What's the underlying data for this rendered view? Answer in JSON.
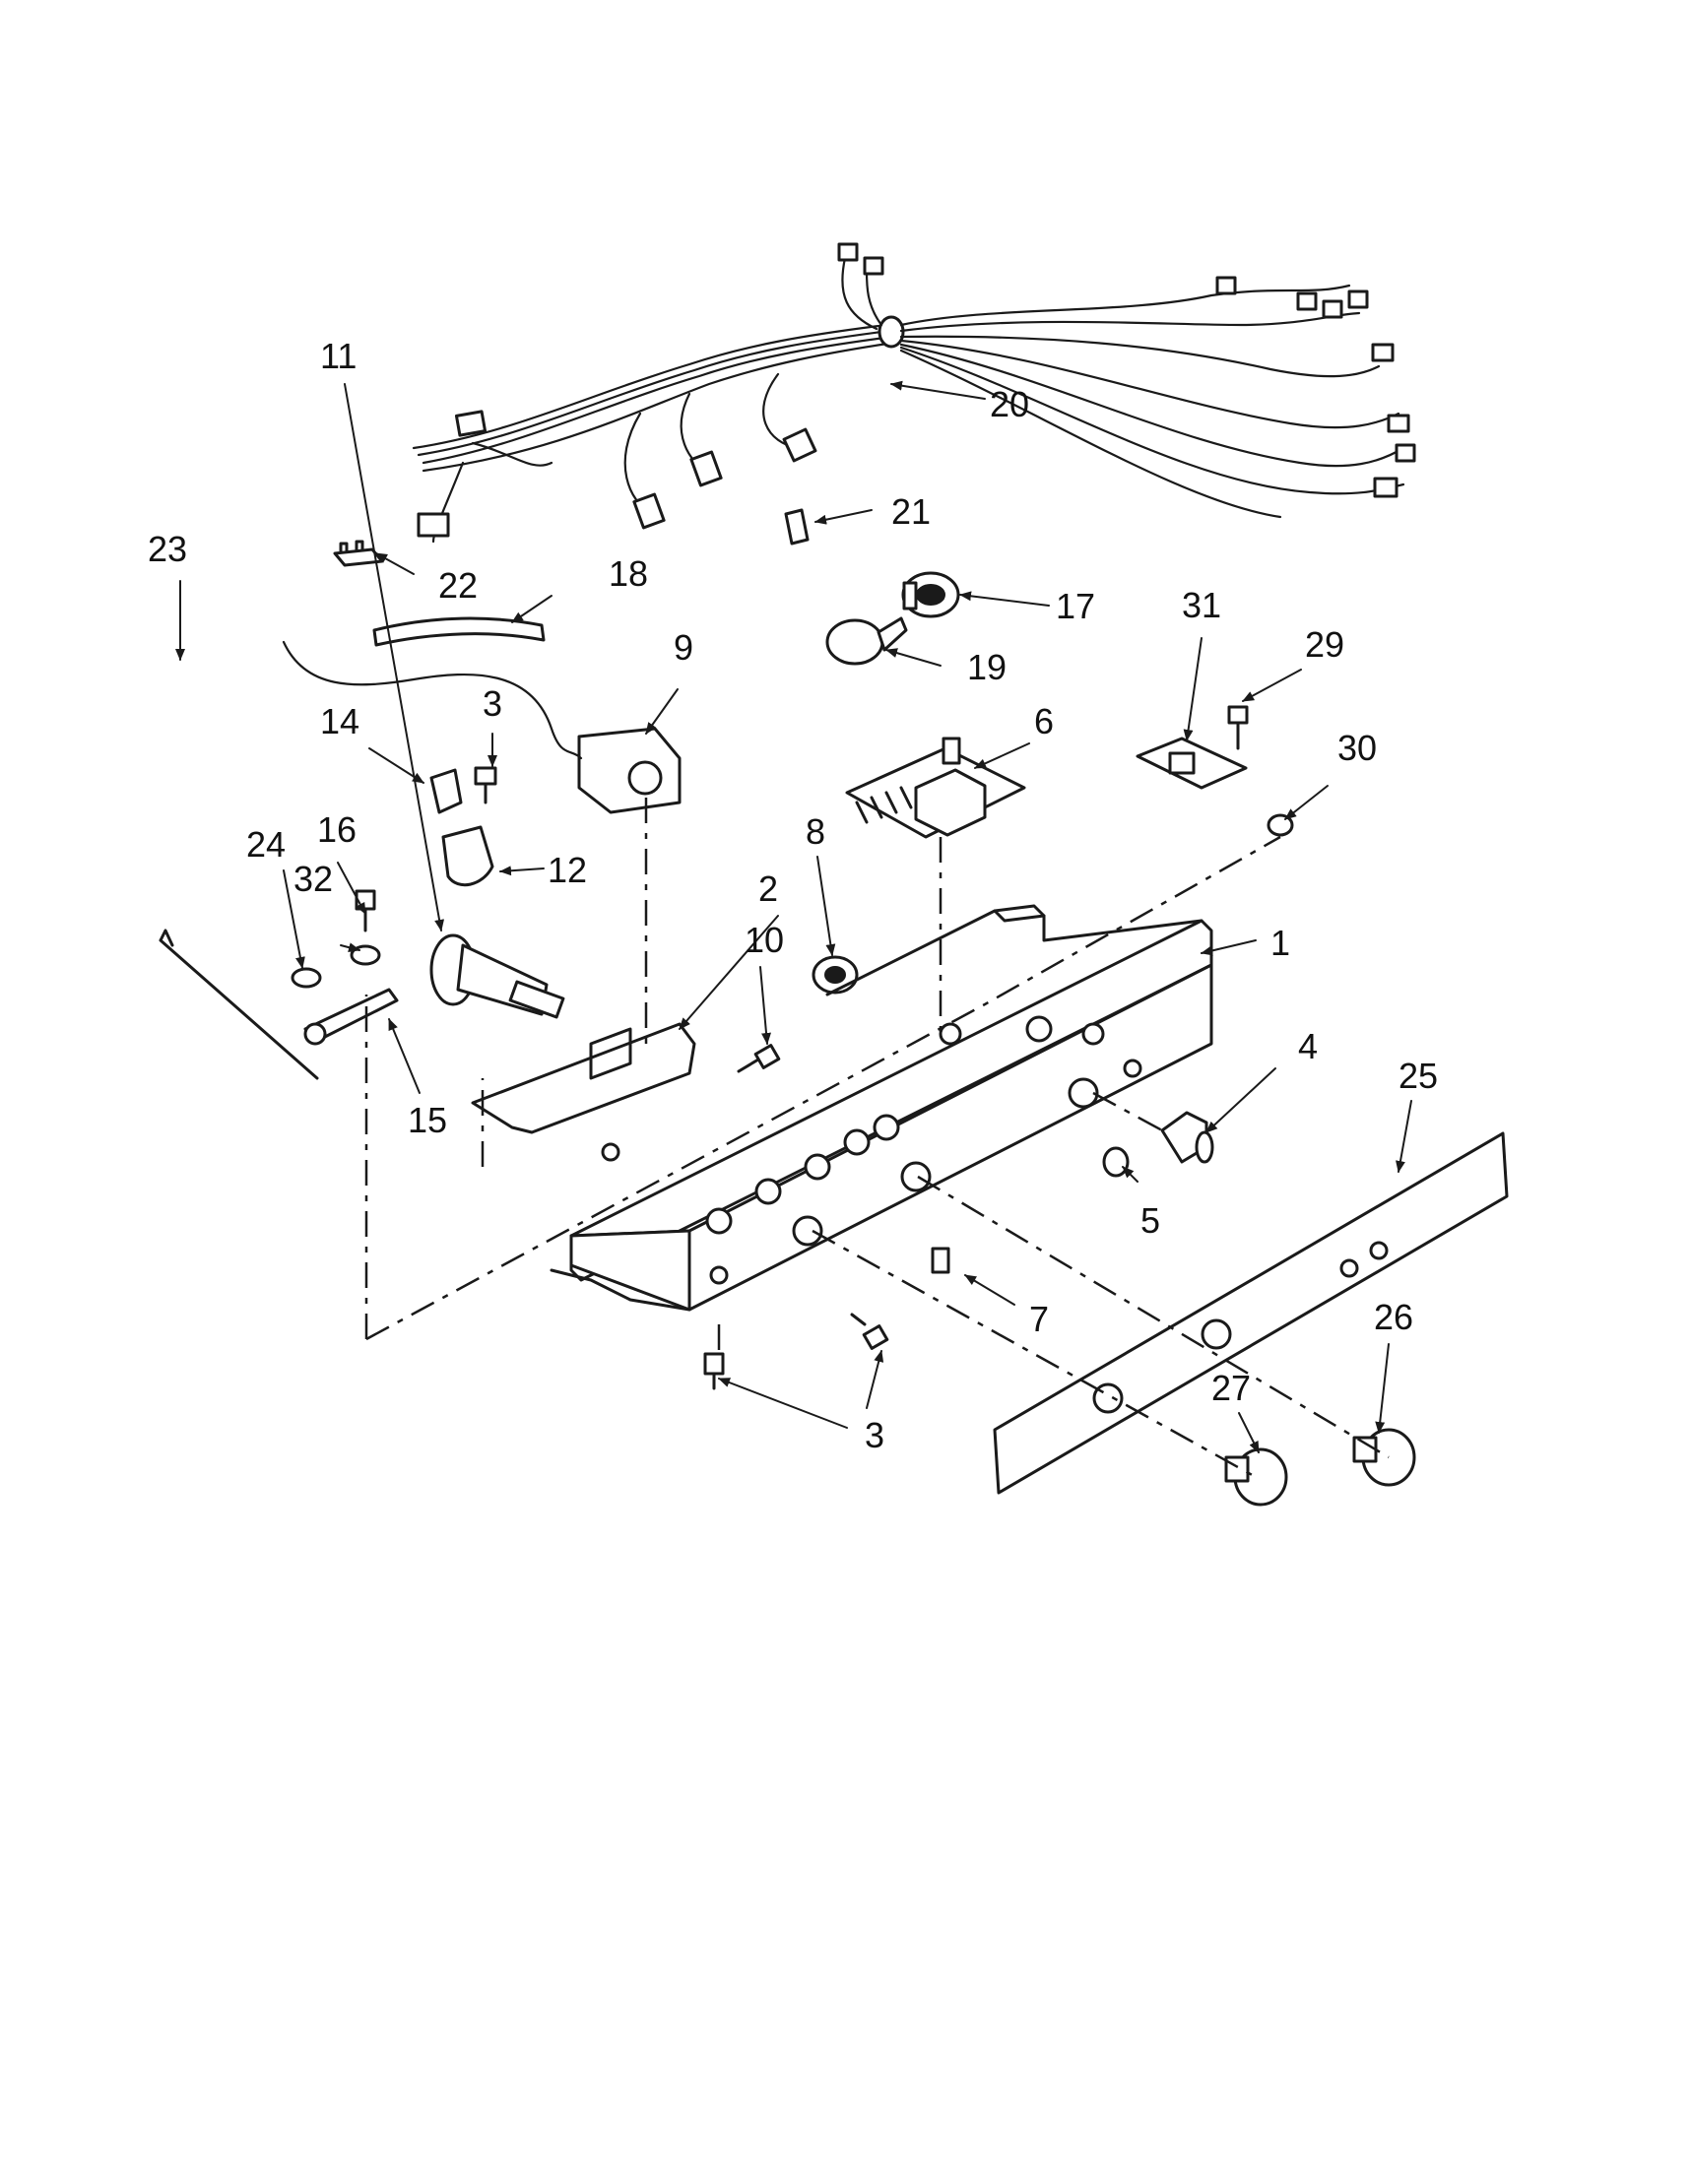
{
  "diagram": {
    "callouts": [
      "1",
      "2",
      "3",
      "3",
      "4",
      "5",
      "6",
      "7",
      "8",
      "9",
      "10",
      "11",
      "12",
      "14",
      "15",
      "16",
      "17",
      "18",
      "19",
      "20",
      "21",
      "22",
      "23",
      "24",
      "25",
      "26",
      "27",
      "29",
      "30",
      "31",
      "32"
    ]
  }
}
